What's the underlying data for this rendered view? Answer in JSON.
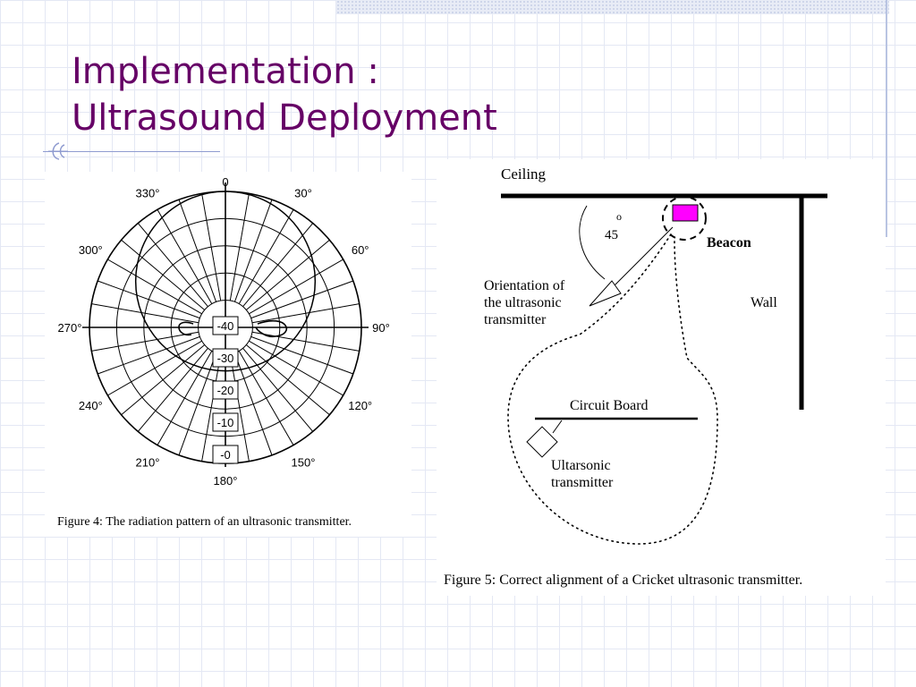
{
  "slide": {
    "title_line1": "Implementation :",
    "title_line2": "Ultrasound Deployment",
    "title_color": "#660066",
    "accent_color": "#8f9bd0"
  },
  "figure4": {
    "caption": "Figure 4: The radiation pattern of an ultrasonic transmitter.",
    "top_mark": "0",
    "angle_labels": [
      {
        "angle": 0,
        "text": "0"
      },
      {
        "angle": 30,
        "text": "30°"
      },
      {
        "angle": 60,
        "text": "60°"
      },
      {
        "angle": 90,
        "text": "90°"
      },
      {
        "angle": 120,
        "text": "120°"
      },
      {
        "angle": 150,
        "text": "150°"
      },
      {
        "angle": 180,
        "text": "180°"
      },
      {
        "angle": 210,
        "text": "210°"
      },
      {
        "angle": 240,
        "text": "240°"
      },
      {
        "angle": 270,
        "text": "270°"
      },
      {
        "angle": 300,
        "text": "300°"
      },
      {
        "angle": 330,
        "text": "330°"
      }
    ],
    "db_labels": [
      "-40",
      "-30",
      "-20",
      "-10",
      "-0"
    ]
  },
  "figure5": {
    "caption": "Figure 5: Correct alignment of a Cricket ultrasonic transmitter.",
    "ceiling_label": "Ceiling",
    "wall_label": "Wall",
    "beacon_label": "Beacon",
    "beacon_color": "#ff00ff",
    "angle_label": "45",
    "degree_mark": "o",
    "orientation_label_line1": "Orientation of",
    "orientation_label_line2": "the ultrasonic",
    "orientation_label_line3": "transmitter",
    "circuit_board_label": "Circuit Board",
    "transmitter_label_line1": "Ultarsonic",
    "transmitter_label_line2": "transmitter"
  }
}
